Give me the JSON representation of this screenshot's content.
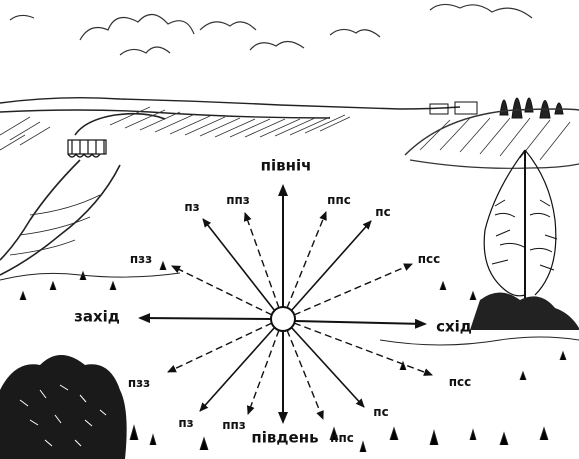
{
  "compass": {
    "north": "північ",
    "south": "південь",
    "east": "схід",
    "west": "захід",
    "nnw": "ппз",
    "nw": "пз",
    "wnw": "пзз",
    "nne": "ппс",
    "ne": "пс",
    "ene": "псс",
    "wsw": "пзз",
    "sw": "пз",
    "ssw": "ппз",
    "ese": "псс",
    "se": "пс",
    "sse": "ппс"
  },
  "colors": {
    "ink": "#111111",
    "paper": "#ffffff"
  }
}
